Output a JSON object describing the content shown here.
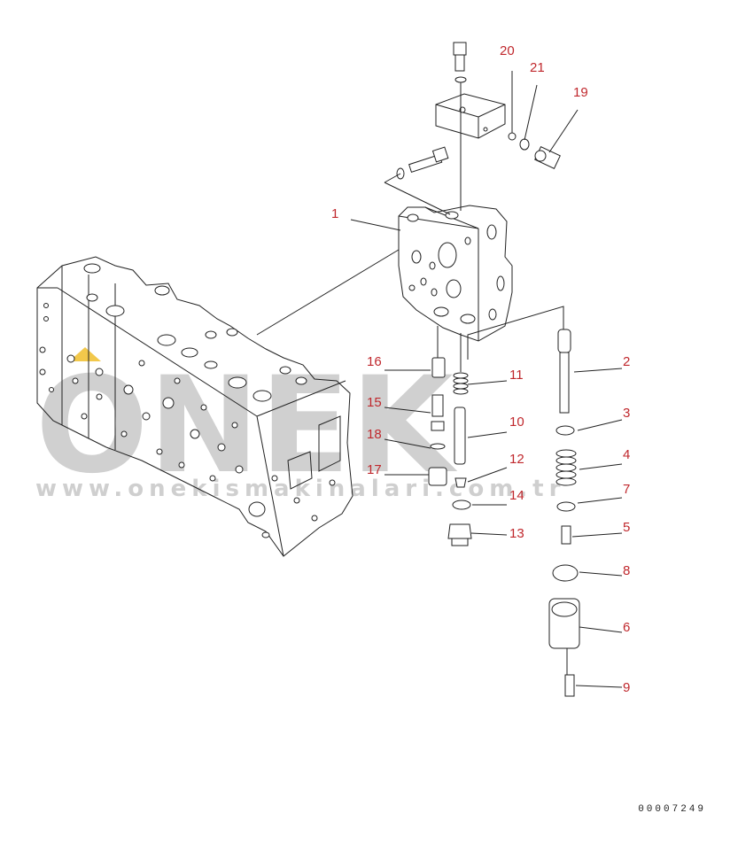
{
  "watermark": {
    "brand": "ONEK",
    "url": "www.onekismakinalari.com.tr",
    "accent": "#f2c84b",
    "gray": "#d0d0d0"
  },
  "drawing_code": "00007249",
  "colors": {
    "callout": "#c0282d",
    "line": "#222222"
  },
  "callouts": [
    {
      "id": "c1",
      "label": "1"
    },
    {
      "id": "c2",
      "label": "2"
    },
    {
      "id": "c3",
      "label": "3"
    },
    {
      "id": "c4",
      "label": "4"
    },
    {
      "id": "c5",
      "label": "5"
    },
    {
      "id": "c6",
      "label": "6"
    },
    {
      "id": "c7",
      "label": "7"
    },
    {
      "id": "c8",
      "label": "8"
    },
    {
      "id": "c9",
      "label": "9"
    },
    {
      "id": "c10",
      "label": "10"
    },
    {
      "id": "c11",
      "label": "11"
    },
    {
      "id": "c12",
      "label": "12"
    },
    {
      "id": "c13",
      "label": "13"
    },
    {
      "id": "c14",
      "label": "14"
    },
    {
      "id": "c15",
      "label": "15"
    },
    {
      "id": "c16",
      "label": "16"
    },
    {
      "id": "c17",
      "label": "17"
    },
    {
      "id": "c18",
      "label": "18"
    },
    {
      "id": "c19",
      "label": "19"
    },
    {
      "id": "c20",
      "label": "20"
    },
    {
      "id": "c21",
      "label": "21"
    }
  ]
}
